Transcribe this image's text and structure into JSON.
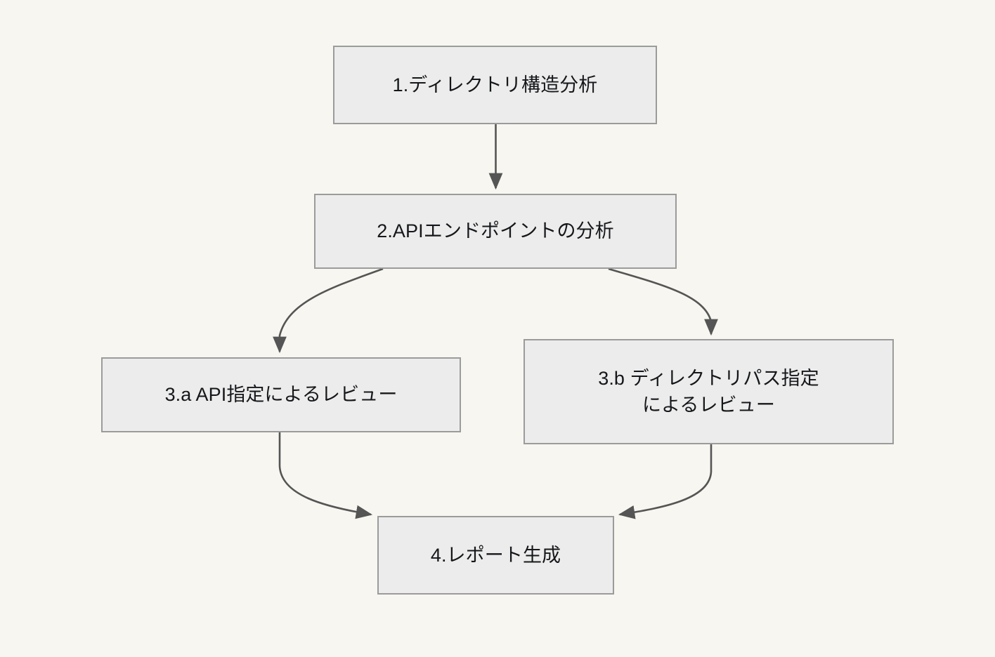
{
  "diagram": {
    "title": "",
    "background_color": "#f7f6f1",
    "node_fill_color": "#ececec",
    "node_border_color": "#9b9b9b",
    "edge_color": "#555555",
    "text_color": "#15171a",
    "nodes": [
      {
        "id": "1",
        "label": "1.ディレクトリ構造分析"
      },
      {
        "id": "2",
        "label": "2.APIエンドポイントの分析"
      },
      {
        "id": "3a",
        "label": "3.a API指定によるレビュー"
      },
      {
        "id": "3b",
        "label": "3.b ディレクトリパス指定\nによるレビュー"
      },
      {
        "id": "4",
        "label": "4.レポート生成"
      }
    ],
    "edges": [
      {
        "from": "1",
        "to": "2",
        "label": "",
        "style": "straight-arrow"
      },
      {
        "from": "2",
        "to": "3a",
        "label": "",
        "style": "curved-arrow"
      },
      {
        "from": "2",
        "to": "3b",
        "label": "",
        "style": "curved-arrow"
      },
      {
        "from": "3a",
        "to": "4",
        "label": "",
        "style": "curved-arrow"
      },
      {
        "from": "3b",
        "to": "4",
        "label": "",
        "style": "curved-arrow"
      }
    ]
  }
}
